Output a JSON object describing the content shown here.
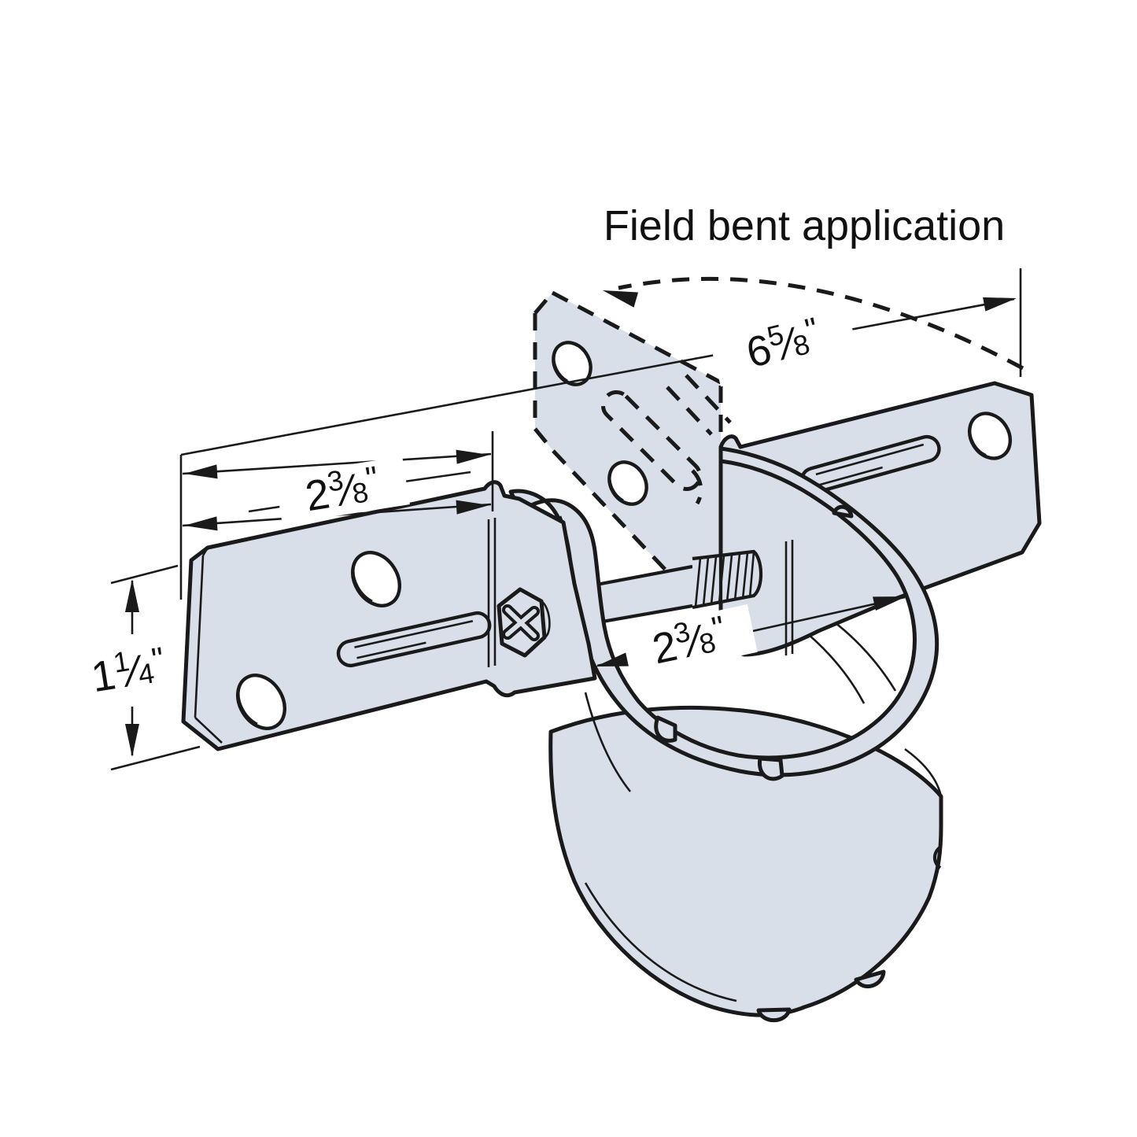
{
  "title": "Field bent application",
  "frac_slash": "⁄",
  "colors": {
    "metal": "#d8dfe8",
    "line": "#1a1a1a",
    "background": "#ffffff"
  },
  "diagram": {
    "type": "isometric technical illustration",
    "subject": "pipe grip-tie post bracket with two bolted flanges, shown with field-bent flange position dashed"
  },
  "dims": {
    "overall_length": {
      "whole": "6",
      "num": "5",
      "den": "8",
      "unit": "\""
    },
    "left_flange_width": {
      "whole": "2",
      "num": "3",
      "den": "8",
      "unit": "\""
    },
    "flange_height": {
      "whole": "1",
      "num": "1",
      "den": "4",
      "unit": "\""
    },
    "pipe_diameter": {
      "whole": "2",
      "num": "3",
      "den": "8",
      "unit": "\""
    }
  }
}
